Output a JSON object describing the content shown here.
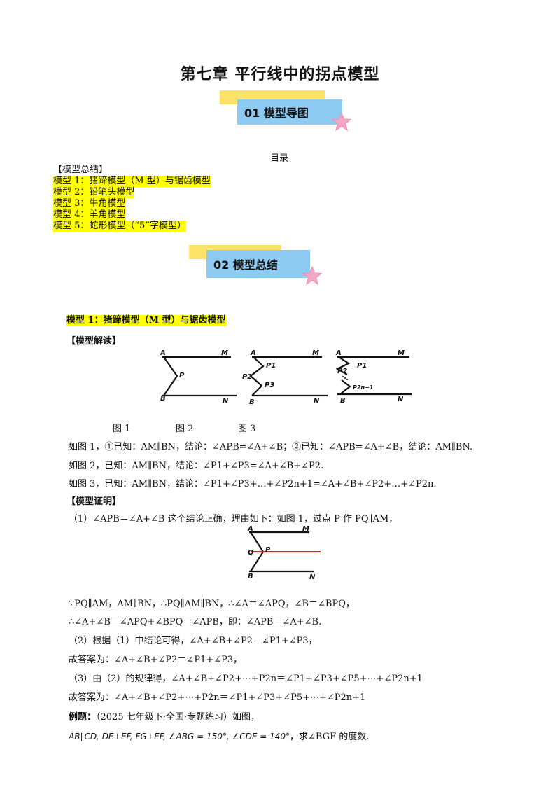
{
  "title": "第七章 平行线中的拐点模型",
  "banner1": "01 模型导图",
  "banner2": "02 模型总结",
  "toc": {
    "heading": "目录",
    "group": "【模型总结】",
    "items": [
      "模型 1：猪蹄模型（M 型）与锯齿模型",
      "模型 2：铅笔头模型",
      "模型 3：牛角模型",
      "模型 4：羊角模型",
      "模型 5：蛇形模型（“5”字模型）"
    ]
  },
  "section1": {
    "title": "模型 1：猪蹄模型（M 型）与锯齿模型",
    "interpret_heading": "【模型解读】",
    "fig_labels": [
      "图 1",
      "图 2",
      "图 3"
    ],
    "fig_points": {
      "A": "A",
      "M": "M",
      "B": "B",
      "N": "N",
      "P": "P",
      "P1": "P1",
      "P2": "P2",
      "P3": "P3",
      "P2n1": "P2n−1",
      "Q": "Q"
    },
    "lines": [
      "如图 1，①已知：AM∥BN，结论：∠APB=∠A+∠B；②已知：∠APB=∠A+∠B，结论：AM∥BN.",
      "如图 2，已知：AM∥BN，结论：∠P1+∠P3=∠A+∠B+∠P2.",
      "如图 3，已知：AM∥BN，结论：∠P1+∠P3+…+∠P2n+1=∠A+∠B+∠P2+…+∠P2n."
    ],
    "proof_heading": "【模型证明】",
    "proof": [
      "（1）∠APB＝∠A+∠B 这个结论正确，理由如下：如图 1，过点 P 作 PQ∥AM，",
      "∵PQ∥AM，AM∥BN，∴PQ∥AM∥BN，∴∠A＝∠APQ，∠B＝∠BPQ，",
      "∴∠A+∠B＝∠APQ+∠BPQ＝∠APB，即：∠APB＝∠A+∠B.",
      "（2）根据（1）中结论可得，∠A+∠B+∠P2＝∠P1+∠P3，",
      "故答案为：∠A+∠B+∠P2＝∠P1+∠P3，",
      "（3）由（2）的规律得，∠A+∠B+∠P2+⋯+P2n＝∠P1+∠P3+∠P5+⋯+∠P2n+1",
      "故答案为：∠A+∠B+∠P2+⋯+P2n＝∠P1+∠P3+∠P5+⋯+∠P2n+1"
    ],
    "example_label": "例题：",
    "example_source": "（2025 七年级下·全国·专题练习）如图，",
    "example_condition": "AB∥CD, DE⊥EF, FG⊥EF, ∠ABG = 150°, ∠CDE = 140°",
    "example_question": "，求∠BGF 的度数."
  },
  "colors": {
    "banner_yellow": "#fde26a",
    "banner_blue": "#8ecbf3",
    "star_pink": "#f4a7c4",
    "highlight": "#ffff00",
    "proof_line_red": "#e02020"
  }
}
